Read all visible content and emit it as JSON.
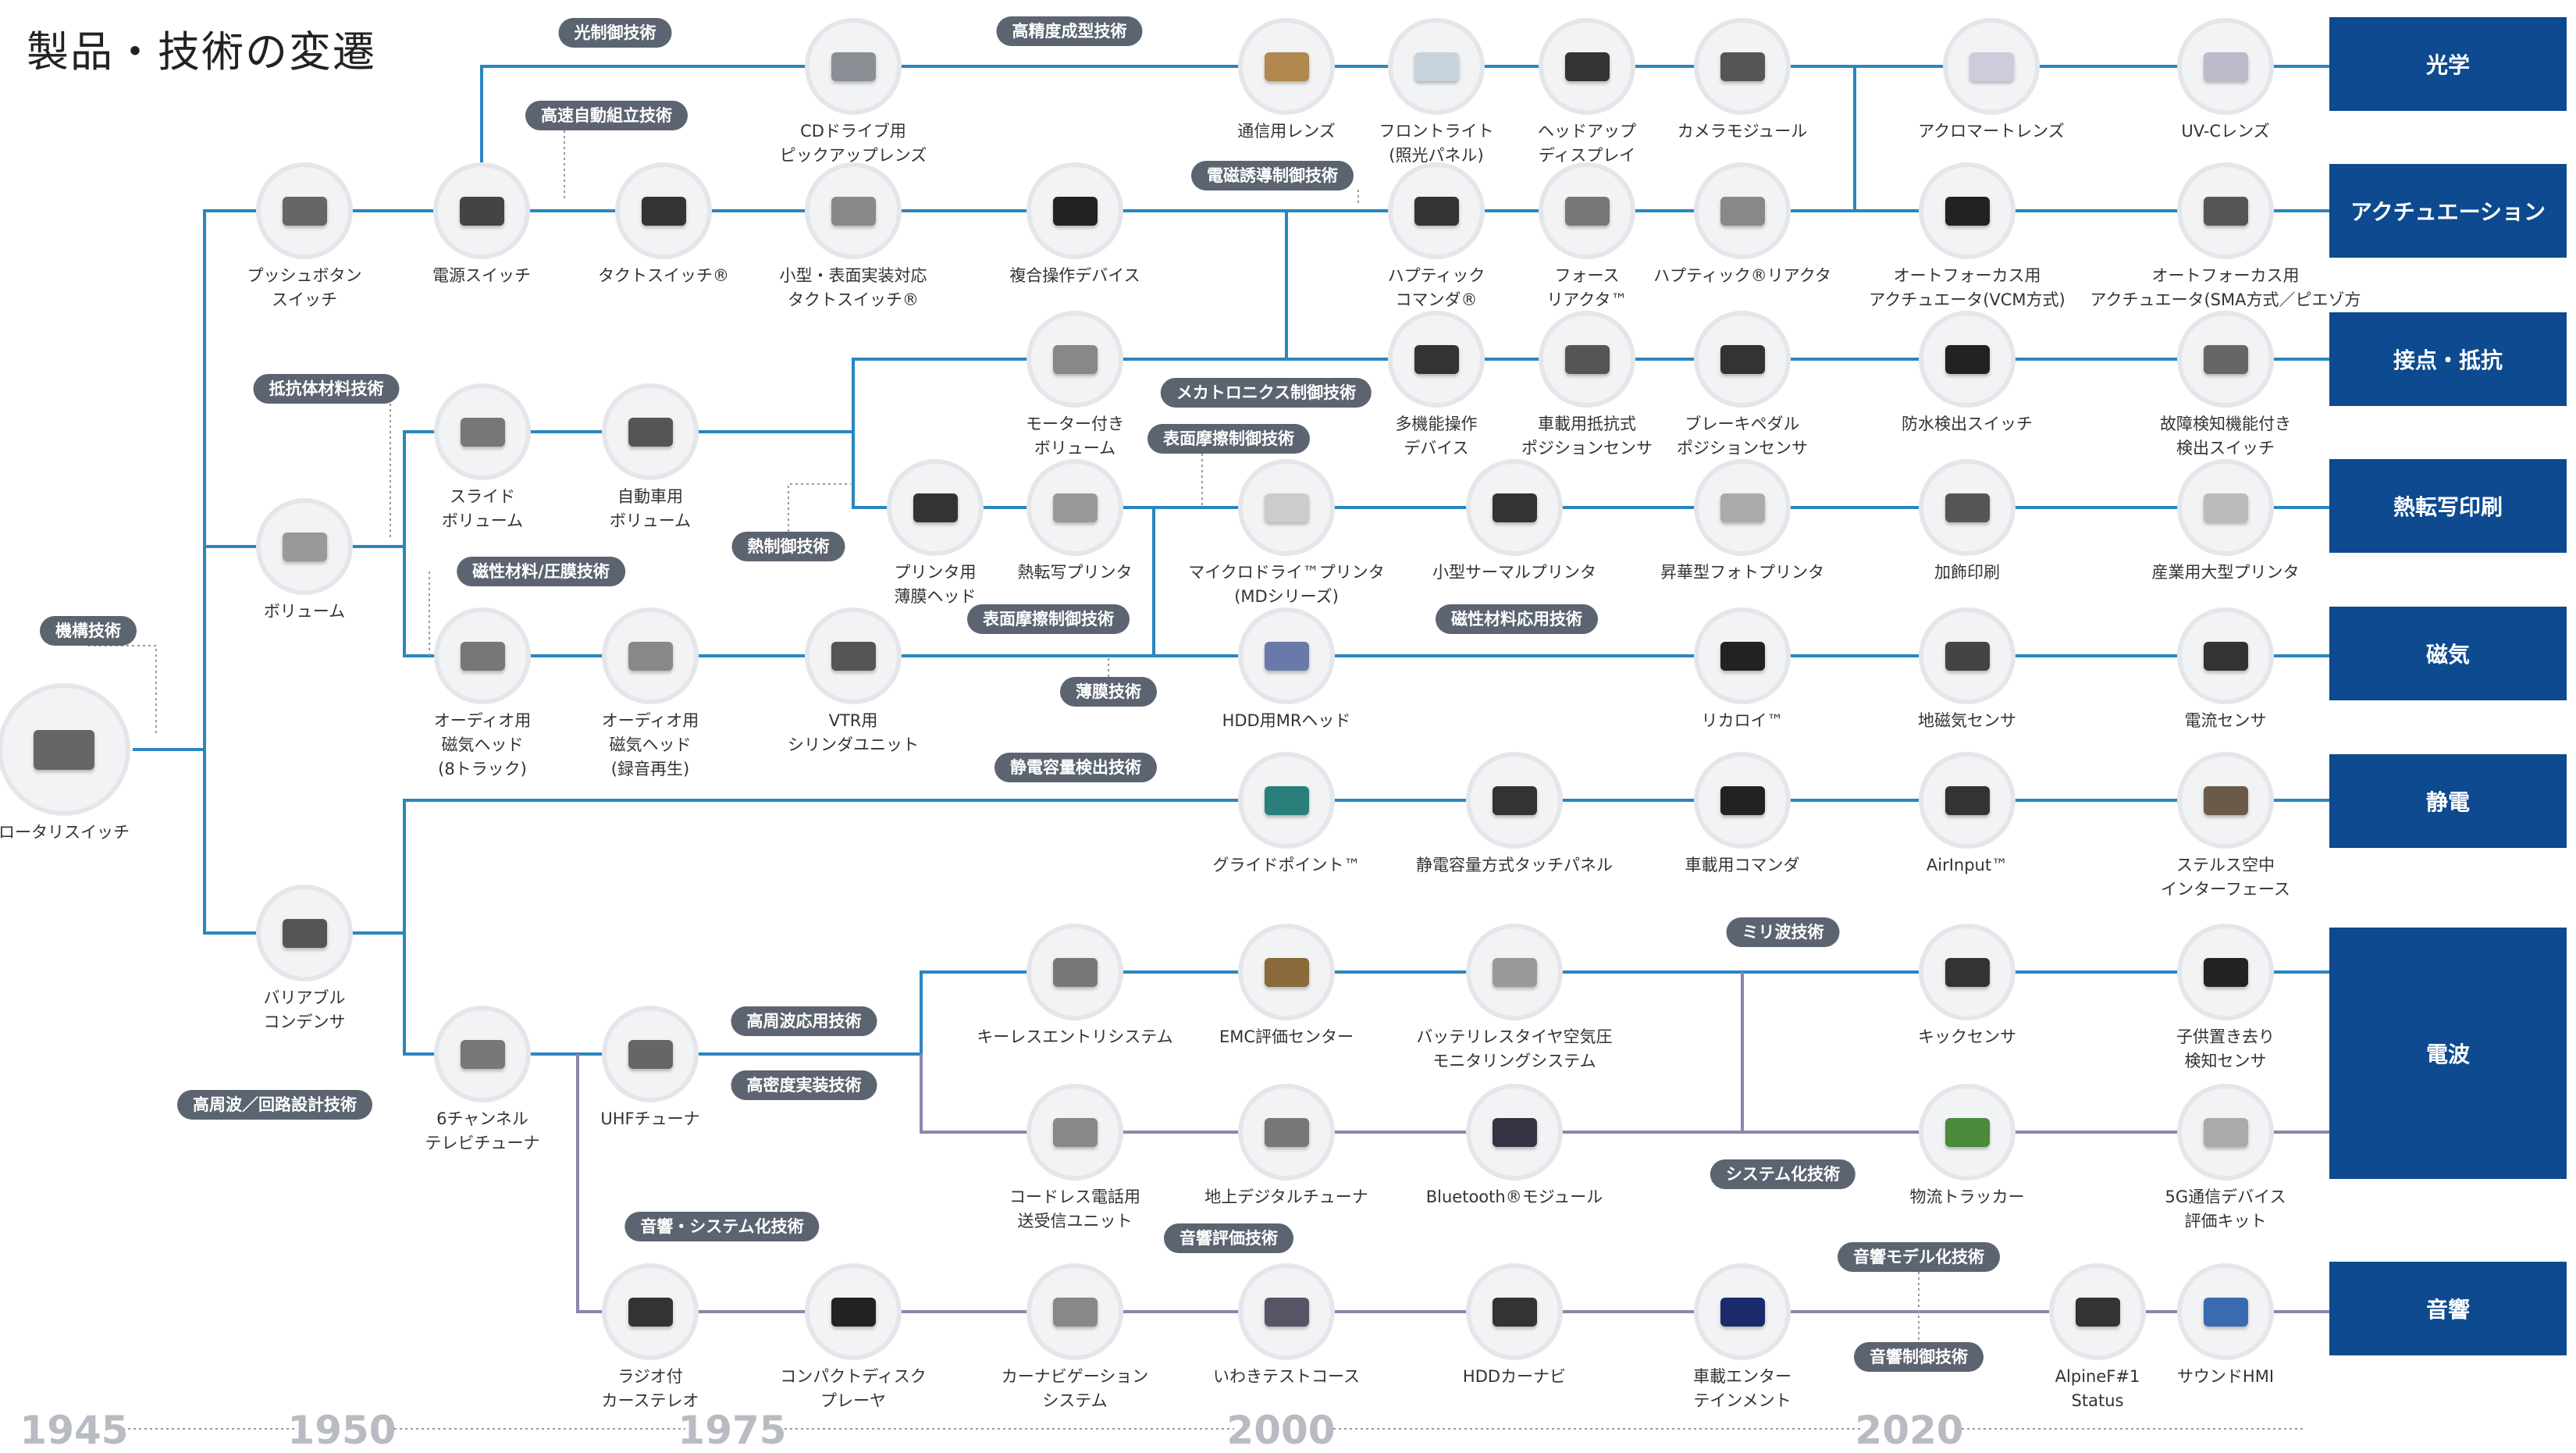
{
  "title": "製品・技術の変遷",
  "categories": [
    {
      "key": "optics",
      "label": "光学"
    },
    {
      "key": "actuation",
      "label": "アクチュエーション"
    },
    {
      "key": "contact",
      "label": "接点・抵抗"
    },
    {
      "key": "thermal",
      "label": "熱転写印刷"
    },
    {
      "key": "magnetic",
      "label": "磁気"
    },
    {
      "key": "electrostatic",
      "label": "静電"
    },
    {
      "key": "radio",
      "label": "電波"
    },
    {
      "key": "sound",
      "label": "音響"
    }
  ],
  "years": [
    "1945",
    "1950",
    "1975",
    "2000",
    "2020"
  ],
  "products": [
    {
      "id": "rotary",
      "label": "ロータリスイッチ",
      "icon": "rotary-switch-icon"
    },
    {
      "id": "push",
      "label": "プッシュボタン\nスイッチ",
      "icon": "push-button-icon"
    },
    {
      "id": "power",
      "label": "電源スイッチ",
      "icon": "power-switch-icon"
    },
    {
      "id": "cd",
      "label": "CDドライブ用\nピックアップレンズ",
      "icon": "cd-pickup-icon"
    },
    {
      "id": "tact",
      "label": "タクトスイッチ®",
      "icon": "tact-switch-icon"
    },
    {
      "id": "smalltact",
      "label": "小型・表面実装対応\nタクトスイッチ®",
      "icon": "smd-tact-switch-icon"
    },
    {
      "id": "combo",
      "label": "複合操作デバイス",
      "icon": "combo-device-icon"
    },
    {
      "id": "commlens",
      "label": "通信用レンズ",
      "icon": "lens-icon"
    },
    {
      "id": "frontlight",
      "label": "フロントライト\n(照光パネル)",
      "icon": "front-light-icon"
    },
    {
      "id": "hud",
      "label": "ヘッドアップ\nディスプレイ",
      "icon": "hud-icon"
    },
    {
      "id": "cammod",
      "label": "カメラモジュール",
      "icon": "camera-module-icon"
    },
    {
      "id": "achromat",
      "label": "アクロマートレンズ",
      "icon": "achromat-lens-icon"
    },
    {
      "id": "uvc",
      "label": "UV-Cレンズ",
      "icon": "uvc-lens-icon"
    },
    {
      "id": "haptcmd",
      "label": "ハプティック\nコマンダ®",
      "icon": "haptic-commander-icon"
    },
    {
      "id": "force",
      "label": "フォース\nリアクタ™",
      "icon": "force-reactor-icon"
    },
    {
      "id": "hapreact",
      "label": "ハプティック®リアクタ",
      "icon": "haptic-reactor-icon"
    },
    {
      "id": "afvcm",
      "label": "オートフォーカス用\nアクチュエータ(VCM方式)",
      "icon": "vcm-actuator-icon"
    },
    {
      "id": "afsma",
      "label": "オートフォーカス用\nアクチュエータ(SMA方式／ピエゾ方式)",
      "icon": "sma-actuator-icon"
    },
    {
      "id": "motorvol",
      "label": "モーター付き\nボリューム",
      "icon": "motor-volume-icon"
    },
    {
      "id": "multiop",
      "label": "多機能操作\nデバイス",
      "icon": "multi-operation-icon"
    },
    {
      "id": "carsensor",
      "label": "車載用抵抗式\nポジションセンサ",
      "icon": "position-sensor-icon"
    },
    {
      "id": "brake",
      "label": "ブレーキペダル\nポジションセンサ",
      "icon": "brake-sensor-icon"
    },
    {
      "id": "waterproof",
      "label": "防水検出スイッチ",
      "icon": "waterproof-switch-icon"
    },
    {
      "id": "faultdet",
      "label": "故障検知機能付き\n検出スイッチ",
      "icon": "fault-detect-switch-icon"
    },
    {
      "id": "slide",
      "label": "スライド\nボリューム",
      "icon": "slide-volume-icon"
    },
    {
      "id": "autovol",
      "label": "自動車用\nボリューム",
      "icon": "auto-volume-icon"
    },
    {
      "id": "volume",
      "label": "ボリューム",
      "icon": "volume-icon"
    },
    {
      "id": "printhead",
      "label": "プリンタ用\n薄膜ヘッド",
      "icon": "print-head-icon"
    },
    {
      "id": "thermalpr",
      "label": "熱転写プリンタ",
      "icon": "thermal-printer-icon"
    },
    {
      "id": "md",
      "label": "マイクロドライ™プリンタ\n(MDシリーズ)",
      "icon": "md-printer-icon"
    },
    {
      "id": "smallthermal",
      "label": "小型サーマルプリンタ",
      "icon": "small-printer-icon"
    },
    {
      "id": "photo",
      "label": "昇華型フォトプリンタ",
      "icon": "photo-printer-icon"
    },
    {
      "id": "decor",
      "label": "加飾印刷",
      "icon": "decor-print-icon"
    },
    {
      "id": "industrial",
      "label": "産業用大型プリンタ",
      "icon": "industrial-printer-icon"
    },
    {
      "id": "head8",
      "label": "オーディオ用\n磁気ヘッド\n(8トラック)",
      "icon": "magnetic-head-icon"
    },
    {
      "id": "headrec",
      "label": "オーディオ用\n磁気ヘッド\n(録音再生)",
      "icon": "magnetic-head-rec-icon"
    },
    {
      "id": "vtr",
      "label": "VTR用\nシリンダユニット",
      "icon": "vtr-cylinder-icon"
    },
    {
      "id": "hdd",
      "label": "HDD用MRヘッド",
      "icon": "mr-head-icon"
    },
    {
      "id": "liqalloy",
      "label": "リカロイ™",
      "icon": "alloy-powder-icon"
    },
    {
      "id": "geomag",
      "label": "地磁気センサ",
      "icon": "geomagnetic-sensor-icon"
    },
    {
      "id": "current",
      "label": "電流センサ",
      "icon": "current-sensor-icon"
    },
    {
      "id": "glide",
      "label": "グライドポイント™",
      "icon": "glidepoint-icon"
    },
    {
      "id": "touch",
      "label": "静電容量方式タッチパネル",
      "icon": "touch-panel-icon"
    },
    {
      "id": "carcmd",
      "label": "車載用コマンダ",
      "icon": "car-commander-icon"
    },
    {
      "id": "airinput",
      "label": "AirInput™",
      "icon": "airinput-icon"
    },
    {
      "id": "stylus",
      "label": "ステルス空中\nインターフェース",
      "icon": "aerial-interface-icon"
    },
    {
      "id": "varcap",
      "label": "バリアブル\nコンデンサ",
      "icon": "variable-capacitor-icon"
    },
    {
      "id": "tv6",
      "label": "6チャンネル\nテレビチューナ",
      "icon": "tv-tuner-icon"
    },
    {
      "id": "uhf",
      "label": "UHFチューナ",
      "icon": "uhf-tuner-icon"
    },
    {
      "id": "keyless",
      "label": "キーレスエントリシステム",
      "icon": "keyless-entry-icon"
    },
    {
      "id": "emc",
      "label": "EMC評価センター",
      "icon": "emc-center-icon"
    },
    {
      "id": "tpms",
      "label": "バッテリレスタイヤ空気圧\nモニタリングシステム",
      "icon": "tpms-icon"
    },
    {
      "id": "kick",
      "label": "キックセンサ",
      "icon": "kick-sensor-icon"
    },
    {
      "id": "child",
      "label": "子供置き去り\n検知センサ",
      "icon": "child-detect-icon"
    },
    {
      "id": "cordless",
      "label": "コードレス電話用\n送受信ユニット",
      "icon": "cordless-unit-icon"
    },
    {
      "id": "dtv",
      "label": "地上デジタルチューナ",
      "icon": "digital-tuner-icon"
    },
    {
      "id": "bt",
      "label": "Bluetooth®モジュール",
      "icon": "bluetooth-module-icon"
    },
    {
      "id": "tracker",
      "label": "物流トラッカー",
      "icon": "logistics-tracker-icon"
    },
    {
      "id": "g5",
      "label": "5G通信デバイス\n評価キット",
      "icon": "5g-kit-icon"
    },
    {
      "id": "radiost",
      "label": "ラジオ付\nカーステレオ",
      "icon": "car-stereo-icon"
    },
    {
      "id": "cdp",
      "label": "コンパクトディスク\nプレーヤ",
      "icon": "cd-player-icon"
    },
    {
      "id": "nav",
      "label": "カーナビゲーション\nシステム",
      "icon": "car-navigation-icon"
    },
    {
      "id": "iwaki",
      "label": "いわきテストコース",
      "icon": "test-course-icon"
    },
    {
      "id": "hddnav",
      "label": "HDDカーナビ",
      "icon": "hdd-navi-icon"
    },
    {
      "id": "ent",
      "label": "車載エンター\nテインメント",
      "icon": "infotainment-icon"
    },
    {
      "id": "alpine",
      "label": "AlpineF#1\nStatus",
      "icon": "alpine-status-icon"
    },
    {
      "id": "hmi",
      "label": "サウンドHMI",
      "icon": "sound-hmi-icon"
    }
  ],
  "technologies": [
    {
      "id": "t_mech",
      "label": "機構技術"
    },
    {
      "id": "t_optctl",
      "label": "光制御技術"
    },
    {
      "id": "t_precmold",
      "label": "高精度成型技術"
    },
    {
      "id": "t_autoasm",
      "label": "高速自動組立技術"
    },
    {
      "id": "t_emind",
      "label": "電磁誘導制御技術"
    },
    {
      "id": "t_resist",
      "label": "抵抗体材料技術"
    },
    {
      "id": "t_mecha",
      "label": "メカトロニクス制御技術"
    },
    {
      "id": "t_surf1",
      "label": "表面摩擦制御技術"
    },
    {
      "id": "t_heat",
      "label": "熱制御技術"
    },
    {
      "id": "t_magmat",
      "label": "磁性材料/圧膜技術"
    },
    {
      "id": "t_surf2",
      "label": "表面摩擦制御技術"
    },
    {
      "id": "t_magapp",
      "label": "磁性材料応用技術"
    },
    {
      "id": "t_thin",
      "label": "薄膜技術"
    },
    {
      "id": "t_capdet",
      "label": "静電容量検出技術"
    },
    {
      "id": "t_mmw",
      "label": "ミリ波技術"
    },
    {
      "id": "t_hfapp",
      "label": "高周波応用技術"
    },
    {
      "id": "t_hdmount",
      "label": "高密度実装技術"
    },
    {
      "id": "t_hfcirc",
      "label": "高周波／回路設計技術"
    },
    {
      "id": "t_system",
      "label": "システム化技術"
    },
    {
      "id": "t_soundsys",
      "label": "音響・システム化技術"
    },
    {
      "id": "t_soundeval",
      "label": "音響評価技術"
    },
    {
      "id": "t_soundmodel",
      "label": "音響モデル化技術"
    },
    {
      "id": "t_soundctl",
      "label": "音響制御技術"
    }
  ]
}
